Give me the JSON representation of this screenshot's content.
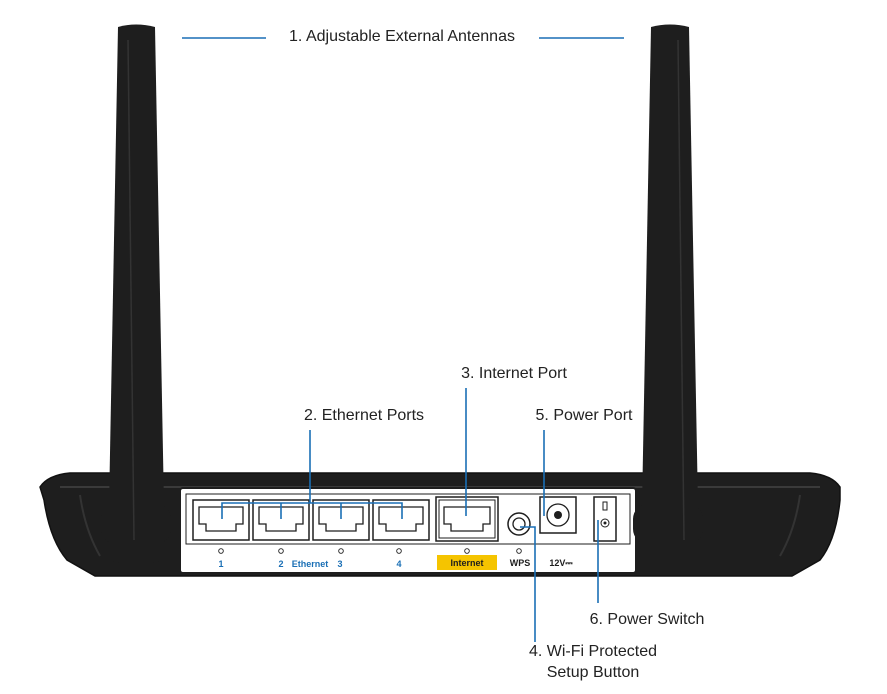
{
  "callouts": {
    "antennas": "1. Adjustable External Antennas",
    "ethernet_ports": "2. Ethernet Ports",
    "internet_port": "3. Internet Port",
    "wps_line1": "4. Wi-Fi Protected",
    "wps_line2": "Setup Button",
    "power_port": "5. Power Port",
    "power_switch": "6. Power Switch"
  },
  "panel": {
    "port1": "1",
    "port2": "2",
    "ethernet": "Ethernet",
    "port3": "3",
    "port4": "4",
    "internet": "Internet",
    "wps": "WPS",
    "power": "12V⎓"
  },
  "colors": {
    "callout_line": "#1a6fb5",
    "internet_highlight": "#f5c400",
    "router_body": "#1e1e1e",
    "ethernet_label": "#1a6fb5"
  }
}
